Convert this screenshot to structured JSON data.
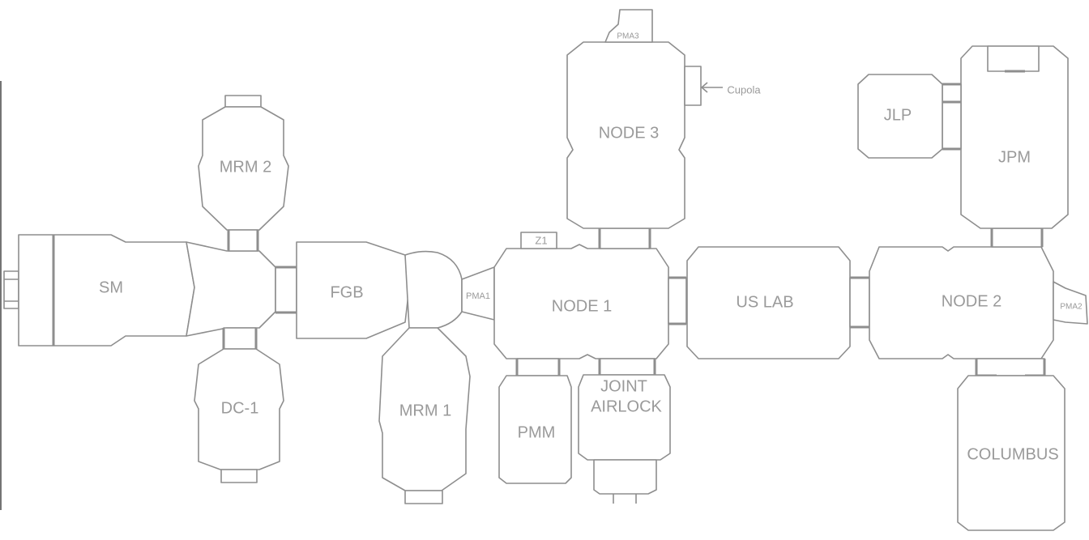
{
  "modules": {
    "sm": "SM",
    "mrm2": "MRM 2",
    "dc1": "DC-1",
    "fgb": "FGB",
    "mrm1": "MRM 1",
    "pma1": "PMA1",
    "node1": "NODE 1",
    "z1": "Z1",
    "pmm": "PMM",
    "joint_airlock_line1": "JOINT",
    "joint_airlock_line2": "AIRLOCK",
    "node3": "NODE 3",
    "pma3": "PMA3",
    "cupola": "Cupola",
    "us_lab": "US LAB",
    "node2": "NODE 2",
    "pma2": "PMA2",
    "jlp": "JLP",
    "jpm": "JPM",
    "columbus": "COLUMBUS"
  },
  "colors": {
    "outline": "#8e8e8e",
    "label": "#9a9a9a",
    "background": "#ffffff"
  }
}
